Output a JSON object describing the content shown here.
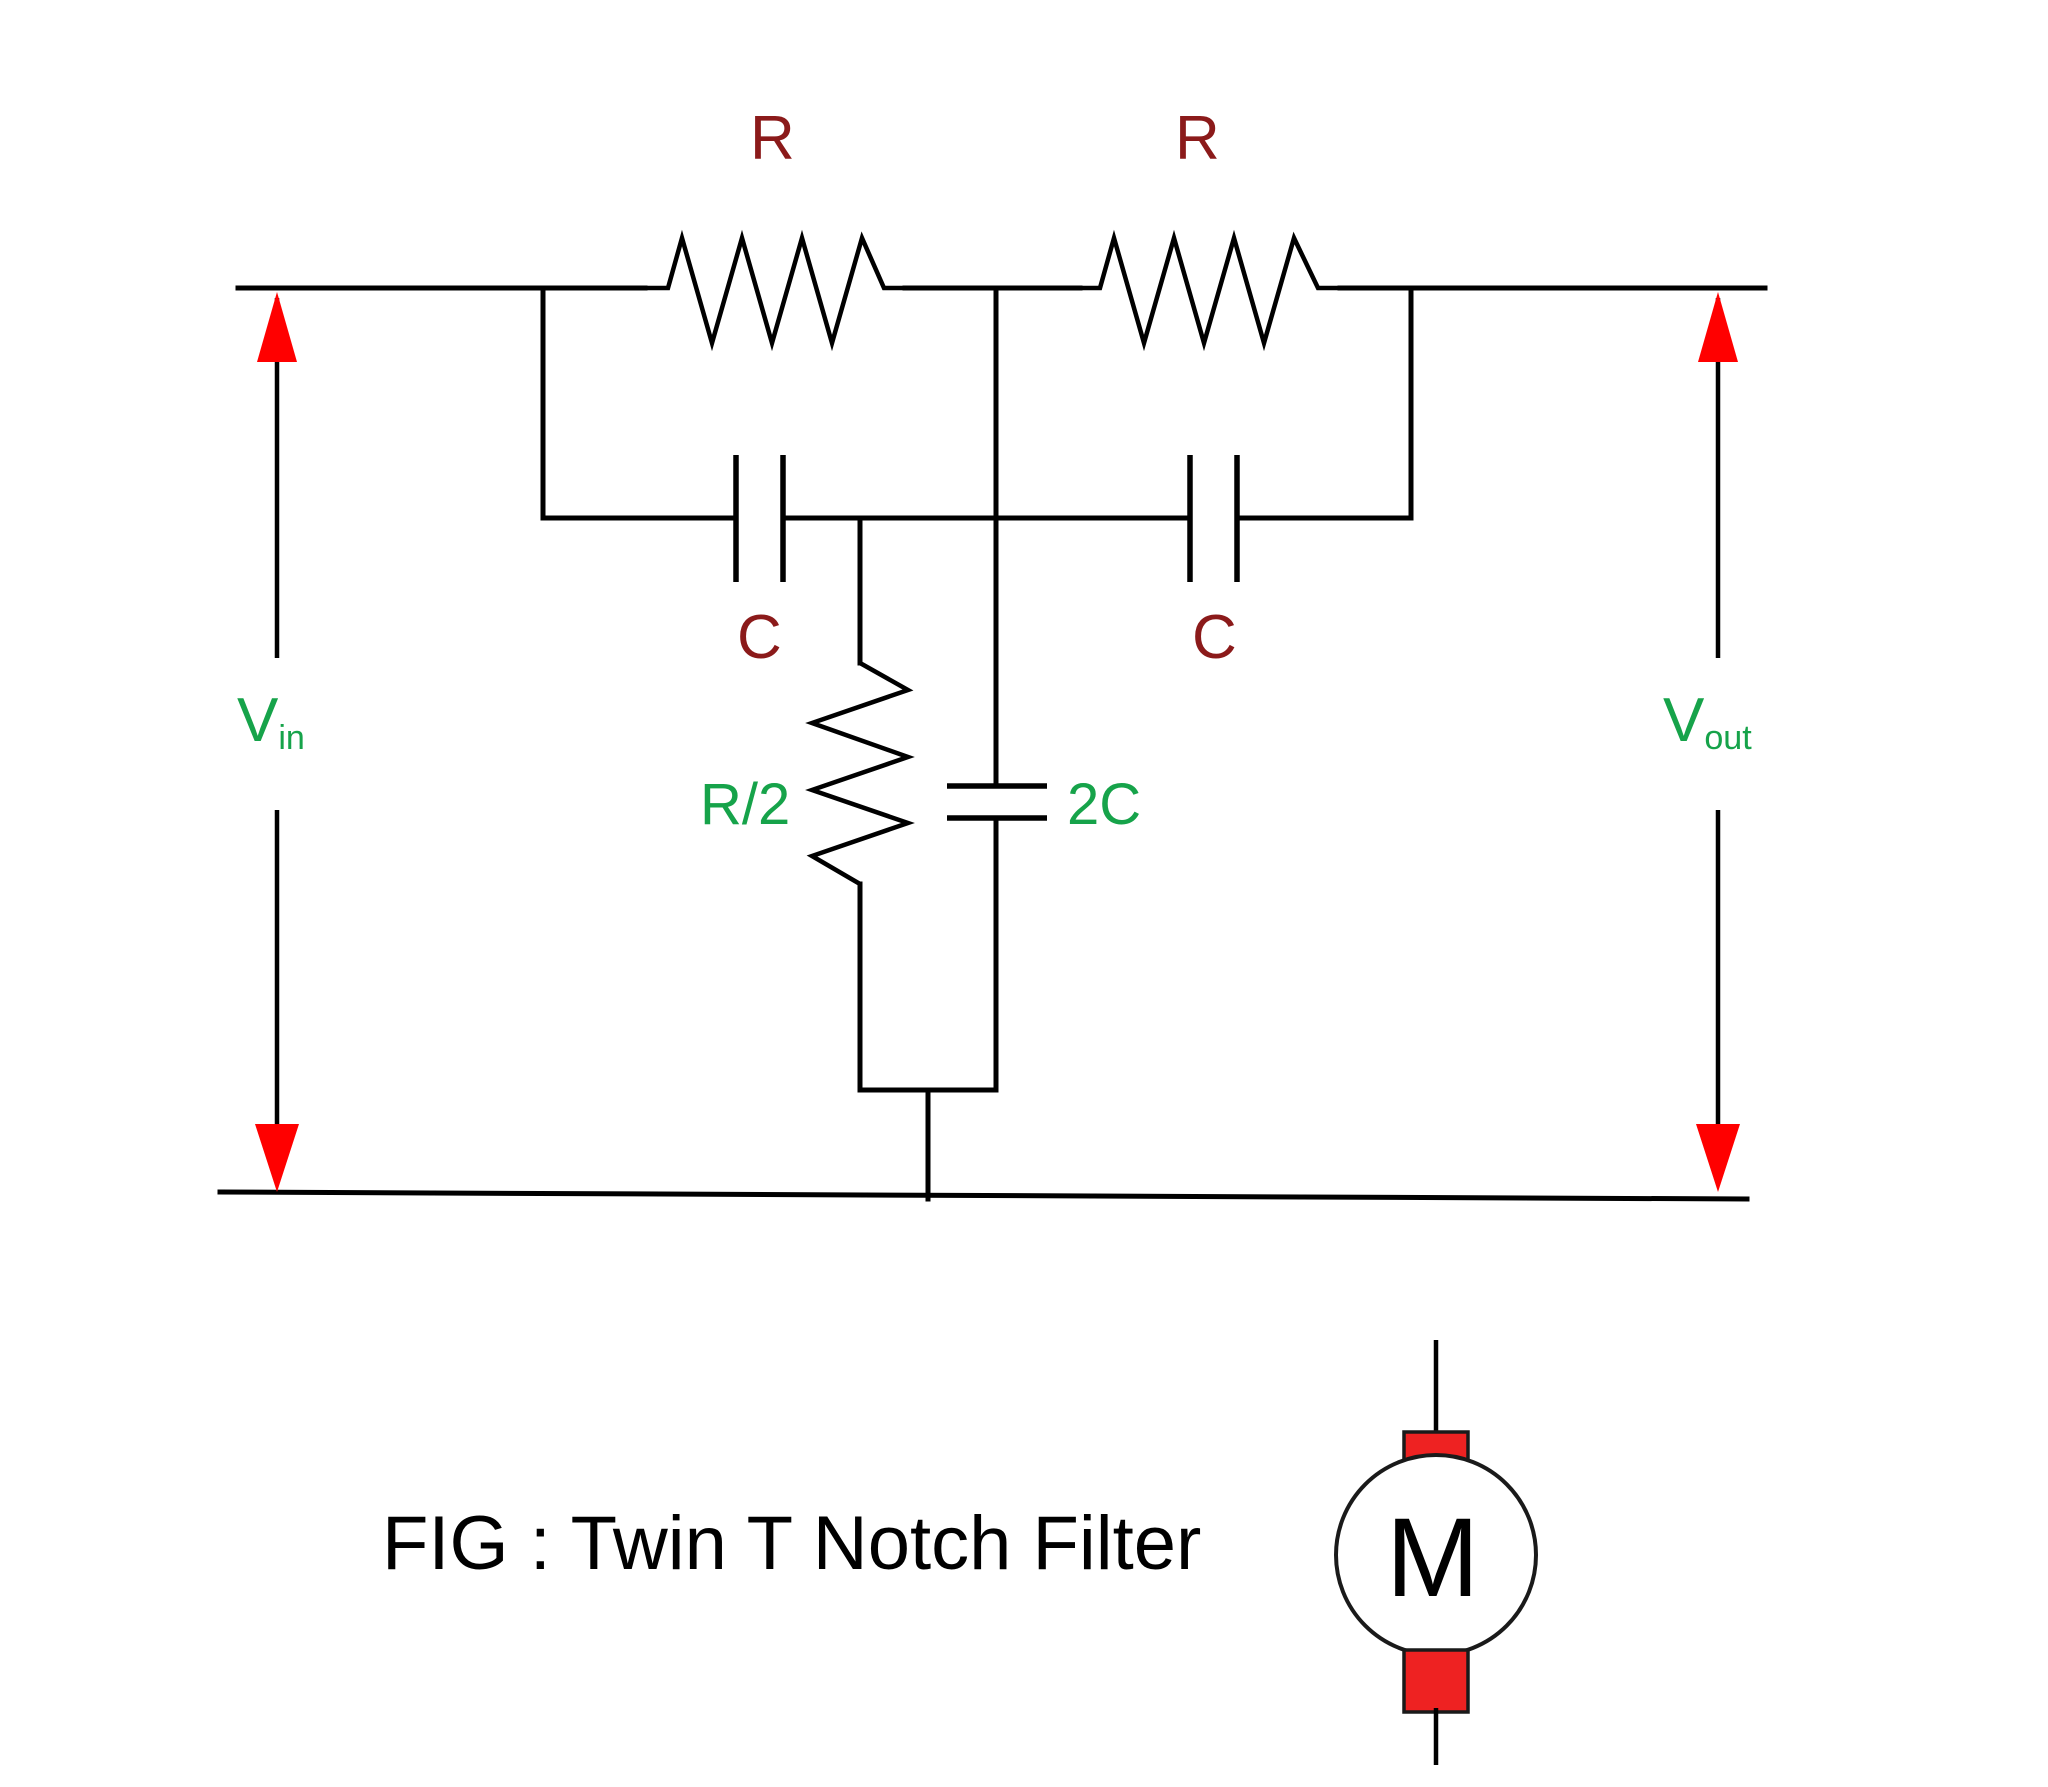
{
  "figure": {
    "caption": "FIG : Twin T Notch Filter",
    "colors": {
      "component_label": "#8b1a1a",
      "value_label": "#16a34a",
      "wire": "#000000",
      "arrow": "#ff0000",
      "motor_terminal": "#ee2222",
      "background": "#ffffff"
    }
  },
  "labels": {
    "resistor_top_left": "R",
    "resistor_top_right": "R",
    "capacitor_left": "C",
    "capacitor_right": "C",
    "resistor_shunt": "R/2",
    "capacitor_shunt": "2C",
    "v_in_symbol": "V",
    "v_in_subscript": "in",
    "v_out_symbol": "V",
    "v_out_subscript": "out"
  },
  "motor": {
    "symbol": "M",
    "terminal_count": 2
  },
  "components": [
    {
      "name": "R",
      "type": "resistor",
      "orientation": "horizontal",
      "position": "top-left-branch"
    },
    {
      "name": "R",
      "type": "resistor",
      "orientation": "horizontal",
      "position": "top-right-branch"
    },
    {
      "name": "C",
      "type": "capacitor",
      "orientation": "horizontal",
      "position": "lower-left-branch"
    },
    {
      "name": "C",
      "type": "capacitor",
      "orientation": "horizontal",
      "position": "lower-right-branch"
    },
    {
      "name": "R/2",
      "type": "resistor",
      "orientation": "vertical",
      "position": "shunt-left"
    },
    {
      "name": "2C",
      "type": "capacitor",
      "orientation": "vertical",
      "position": "shunt-right"
    }
  ],
  "ports": [
    {
      "name": "V_in",
      "side": "left",
      "direction": "up-arrow-from-ground-to-top-rail"
    },
    {
      "name": "V_out",
      "side": "right",
      "direction": "up-arrow-from-ground-to-top-rail"
    }
  ]
}
